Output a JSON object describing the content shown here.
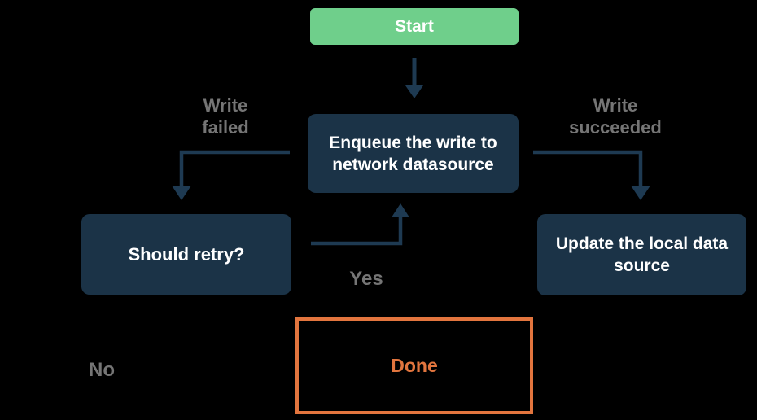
{
  "colors": {
    "background": "#000000",
    "node_green": "#6FCF8B",
    "node_navy": "#1B3347",
    "arrow": "#1E3A52",
    "label_gray": "#757575",
    "accent_orange": "#E2753E",
    "text_white": "#FFFFFF"
  },
  "nodes": {
    "start": {
      "label": "Start"
    },
    "enqueue": {
      "label": "Enqueue the write to network datasource"
    },
    "should_retry": {
      "label": "Should retry?"
    },
    "update_local": {
      "label": "Update the local data source"
    },
    "done": {
      "label": "Done"
    }
  },
  "edges": {
    "write_failed": {
      "label": "Write failed"
    },
    "write_succeeded": {
      "label": "Write succeeded"
    },
    "yes": {
      "label": "Yes"
    },
    "no": {
      "label": "No"
    }
  }
}
